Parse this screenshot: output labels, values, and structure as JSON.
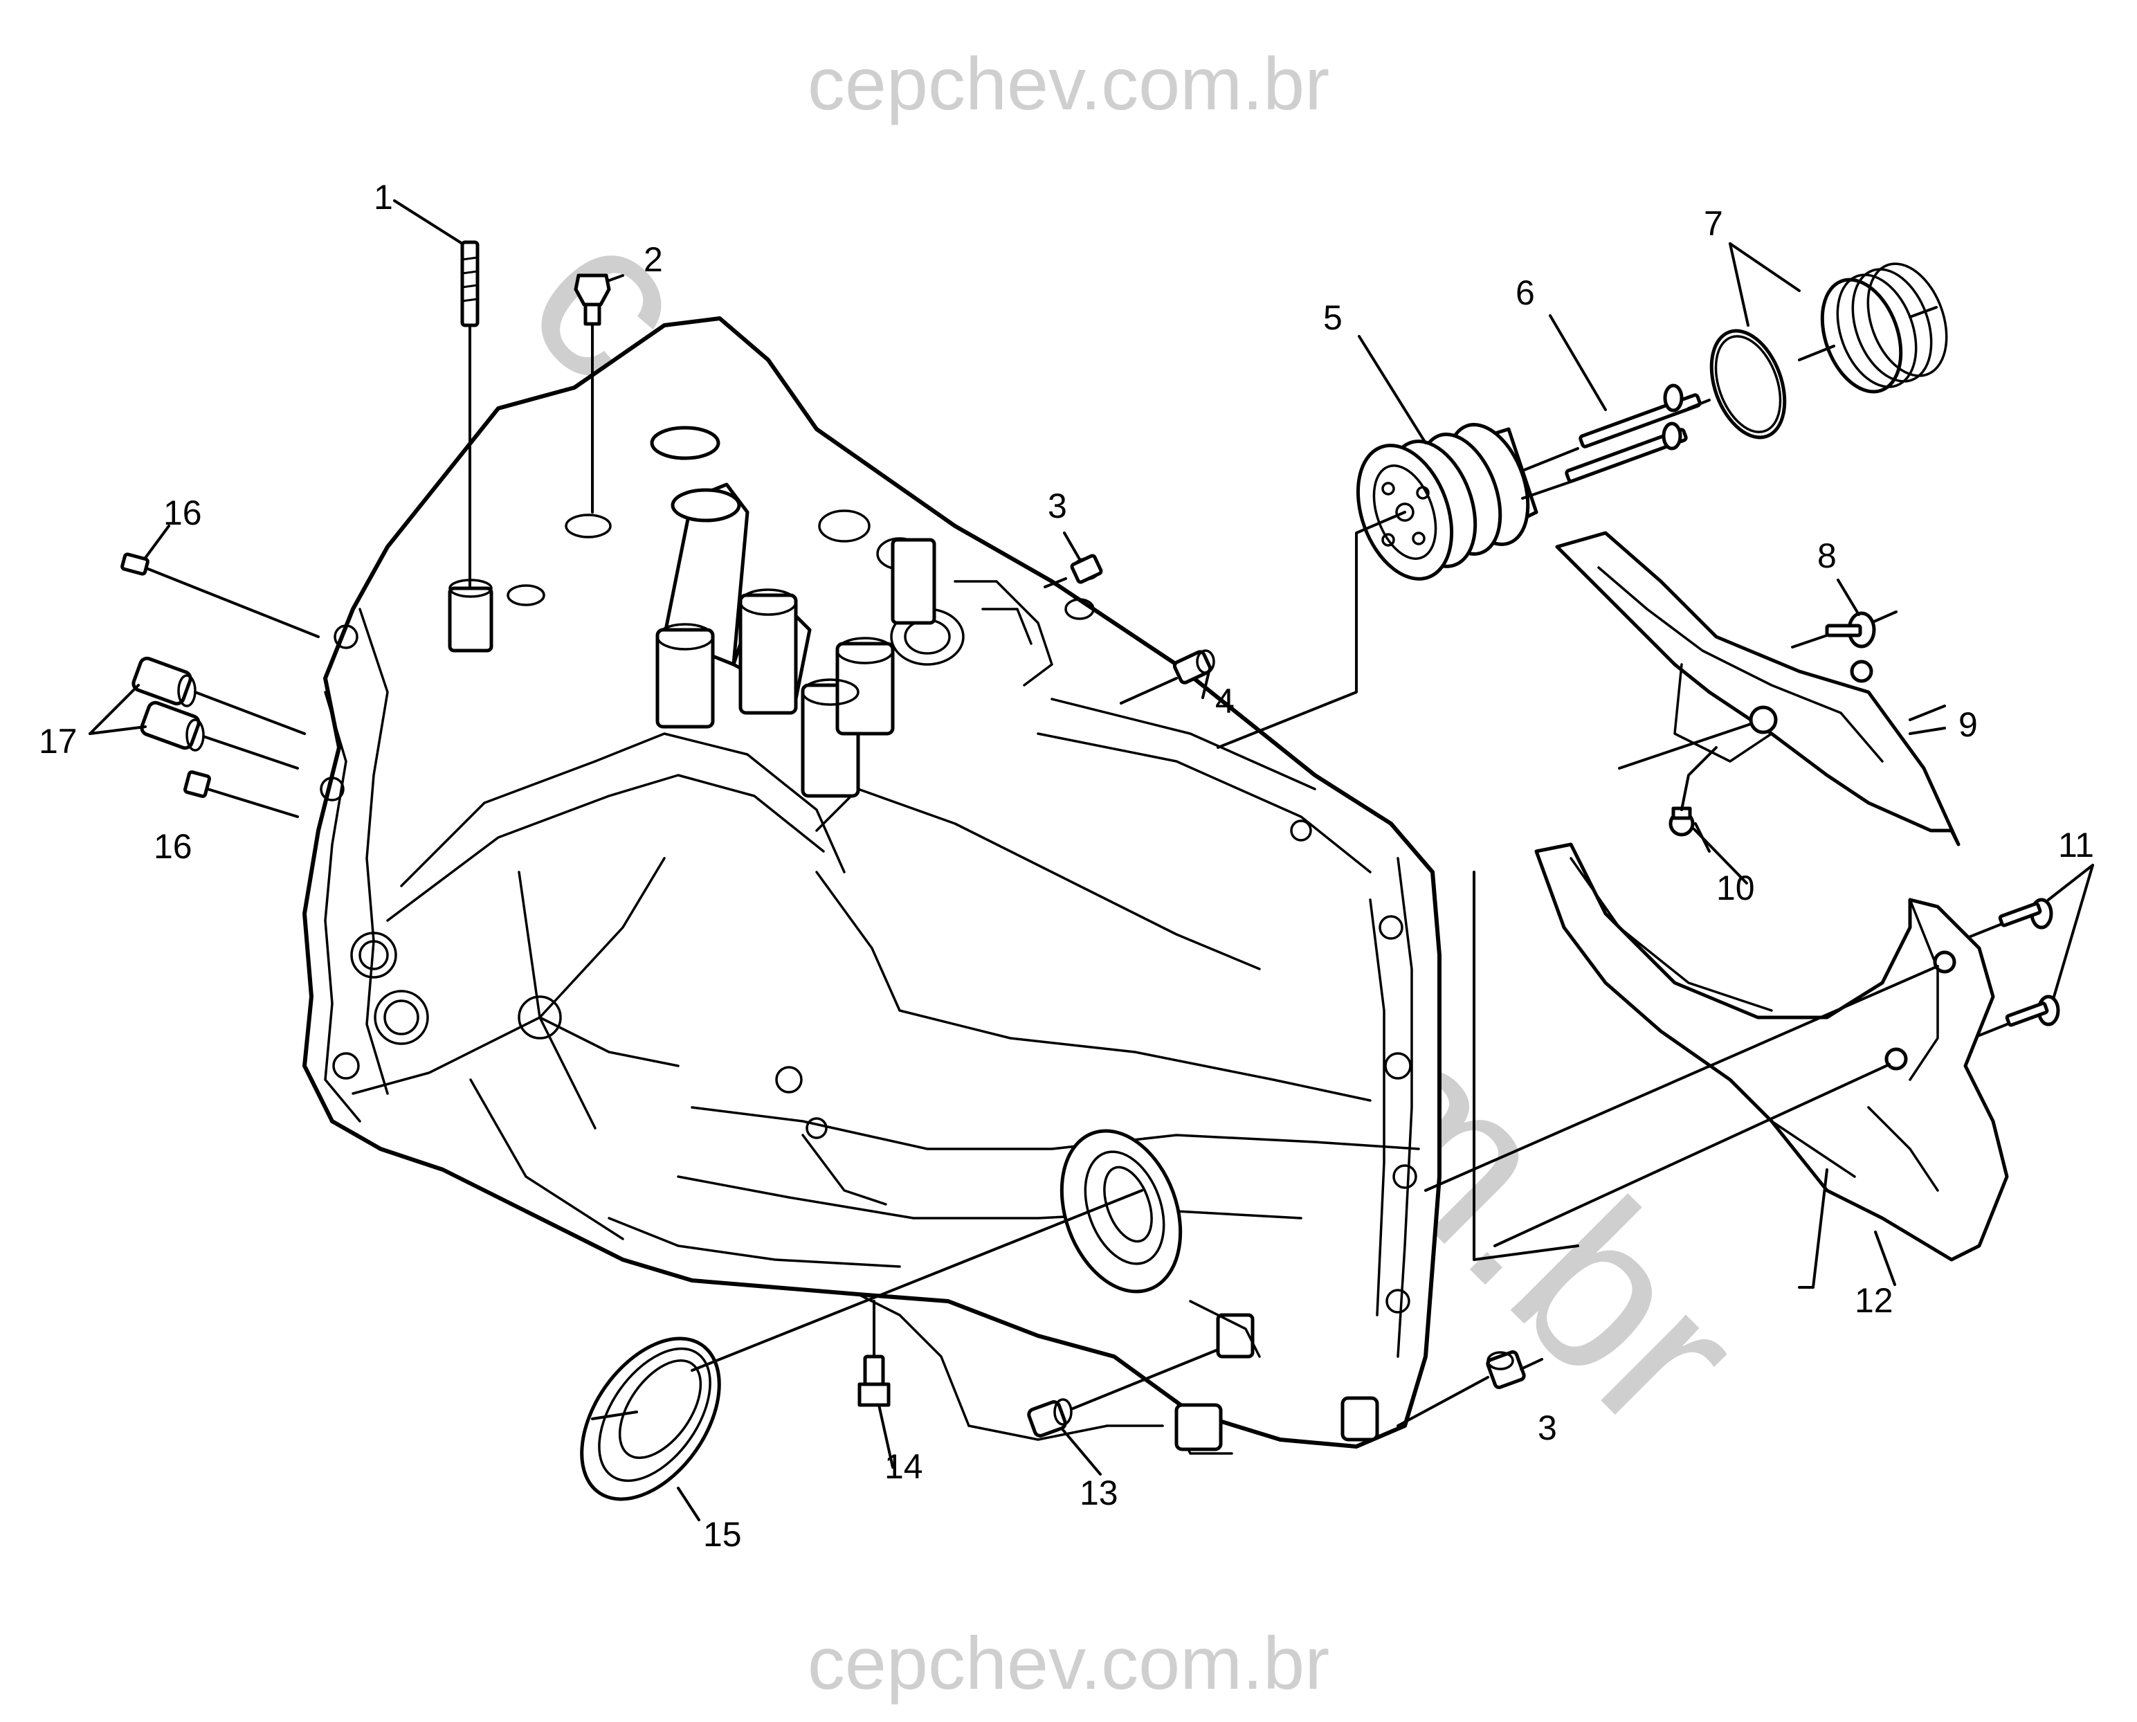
{
  "watermark": {
    "top": "cepchev.com.br",
    "bottom": "cepchev.com.br",
    "diagonal": "cepchev.com.br",
    "color": "#cfcfcf"
  },
  "callouts": [
    "1",
    "2",
    "3",
    "3",
    "4",
    "5",
    "6",
    "7",
    "8",
    "9",
    "10",
    "11",
    "12",
    "13",
    "14",
    "15",
    "16",
    "16",
    "17"
  ]
}
